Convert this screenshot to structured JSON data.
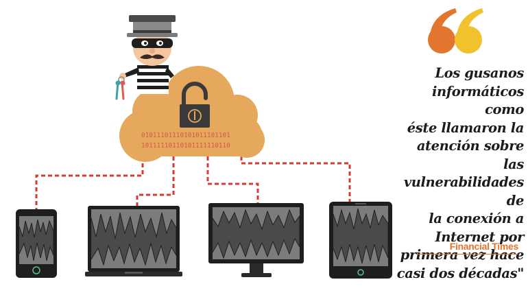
{
  "quote": {
    "text": "Los gusanos informáticos como éste llamaron la atención sobre las vulnerabilidades de la conexión a Internet por primera vez hace casi dos décadas\"",
    "lines": [
      "Los gusanos",
      "informáticos como",
      "éste llamaron la",
      "atención sobre las",
      "vulnerabilidades de",
      "la conexión a",
      "Internet por",
      "primera vez hace",
      "casi dos décadas\""
    ],
    "source": "Financial Times"
  },
  "cloud": {
    "binary_line_1": "01011101110101011101101",
    "binary_line_2": "10111110110101111110110"
  },
  "colors": {
    "cloud": "#e6a85c",
    "binary": "#d9564a",
    "link": "#d63a33",
    "quote_mark_left": "#e2762e",
    "quote_mark_right": "#f2c12e",
    "device_body": "#1e1e1e",
    "screen": "#7c7c7c",
    "accent": "#e2762e"
  },
  "icons": {
    "thief": "burglar-with-keys",
    "lock": "open-padlock-icon",
    "quote": "double-quote-icon"
  }
}
